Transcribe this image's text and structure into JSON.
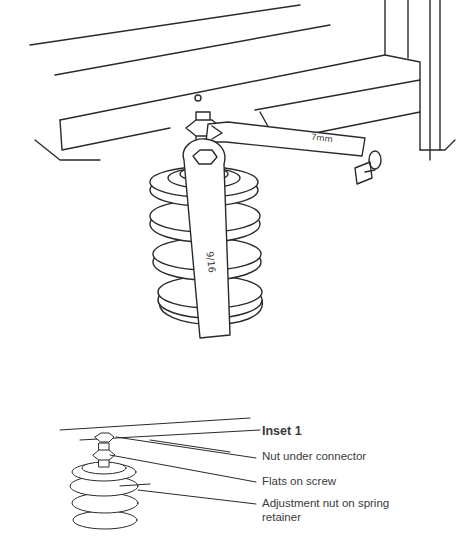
{
  "diagram": {
    "labels": [
      "7mm",
      "9/16",
      "Inset 1",
      "Nut under connector",
      "Flats on screw",
      "Adjustment nut on spring retainer"
    ]
  }
}
